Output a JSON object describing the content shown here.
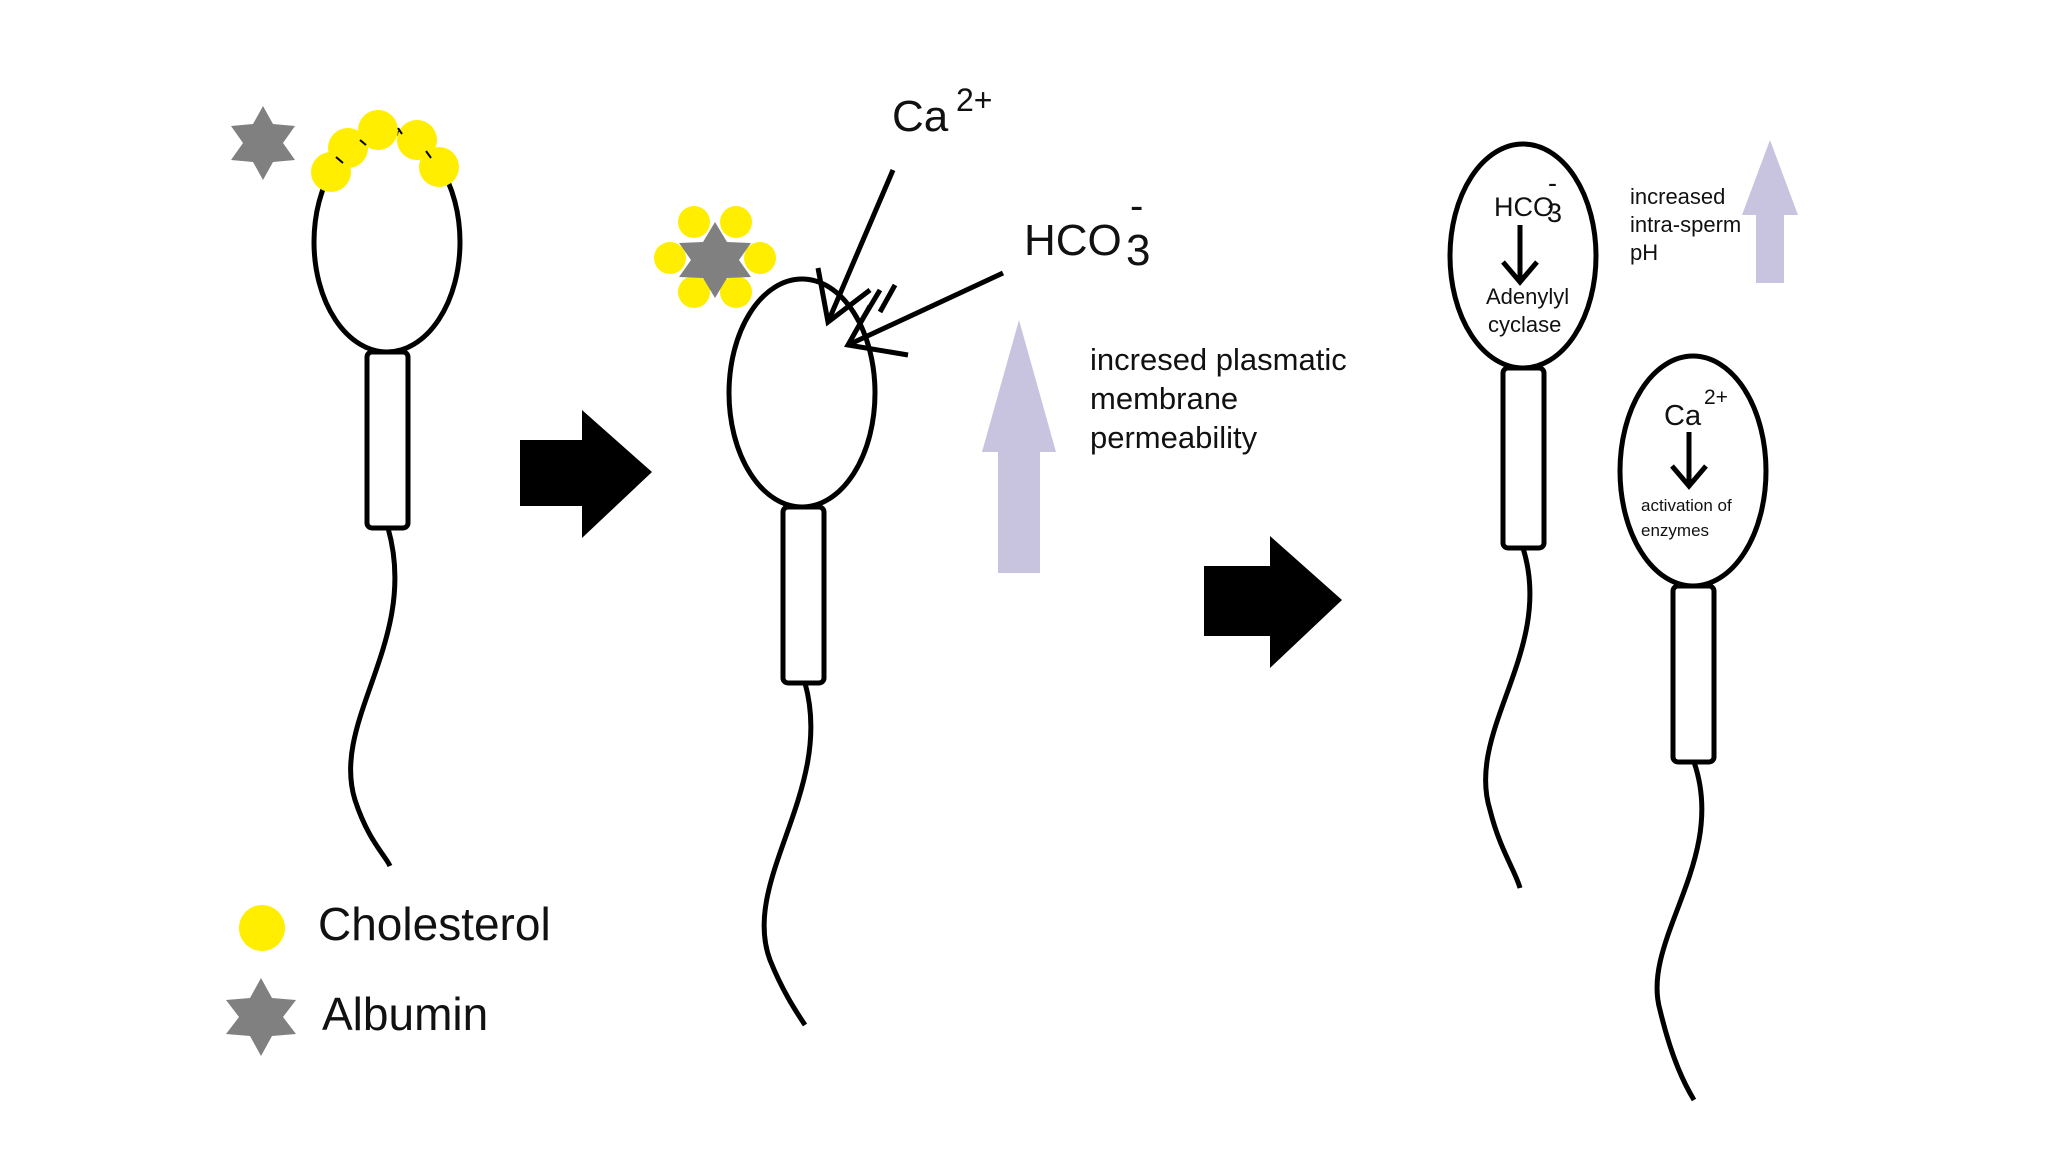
{
  "legend": {
    "cholesterol_label": "Cholesterol",
    "albumin_label": "Albumin"
  },
  "step2": {
    "ca_label": "Ca",
    "ca_charge": "2+",
    "hco3_label": "HCO",
    "hco3_sub": "3",
    "hco3_charge": "-",
    "permeability_line1": "incresed plasmatic",
    "permeability_line2": "membrane",
    "permeability_line3": "permeability"
  },
  "step3": {
    "sperm_a_hco3": "HCO",
    "sperm_a_hco3_sub": "3",
    "sperm_a_hco3_charge": "-",
    "sperm_a_effect_line1": "Adenylyl",
    "sperm_a_effect_line2": "cyclase",
    "ph_line1": "increased",
    "ph_line2": "intra-sperm",
    "ph_line3": "pH",
    "sperm_b_ca": "Ca",
    "sperm_b_ca_charge": "2+",
    "sperm_b_effect_line1": "activation of",
    "sperm_b_effect_line2": "enzymes"
  },
  "colors": {
    "cholesterol": "#ffee00",
    "albumin": "#808080",
    "increase_arrow": "#c8c4e0",
    "outline": "#000000"
  }
}
